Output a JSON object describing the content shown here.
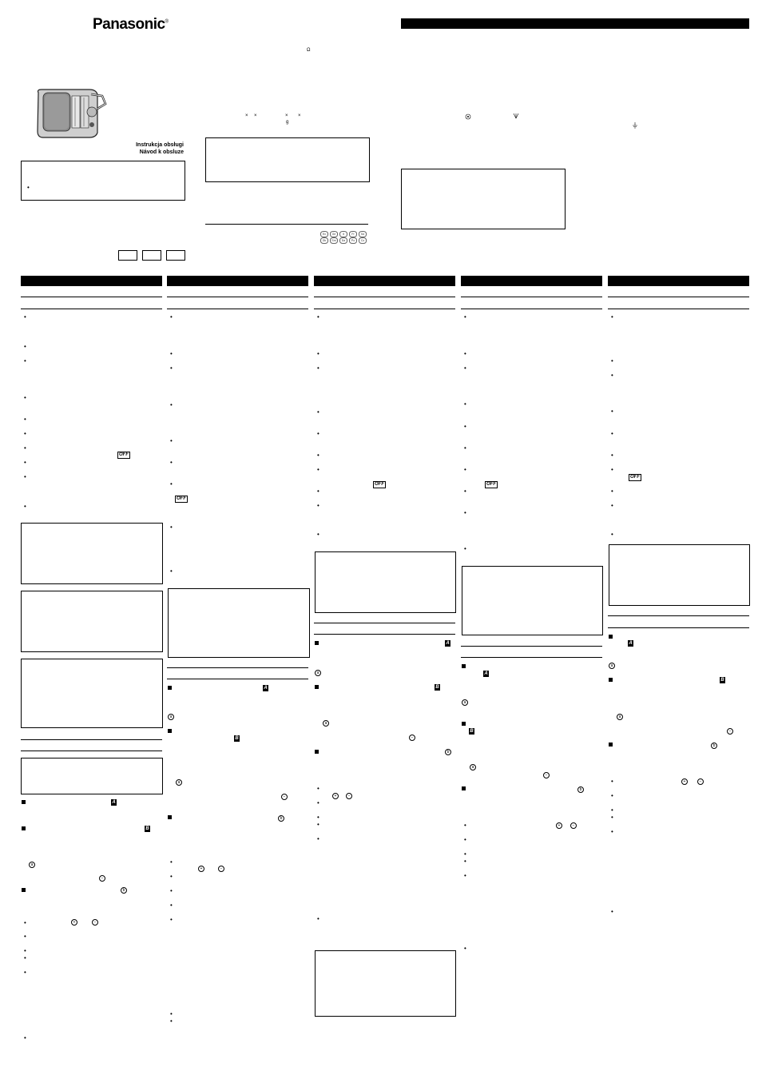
{
  "brand": "Panasonic",
  "brand_mark": "®",
  "titles": [
    "Instrukcja obsługi",
    "Návod k obsluze"
  ],
  "symbols": {
    "omega": "Ω",
    "times": "×",
    "g": "g",
    "bullet": "•",
    "off": "OFF",
    "a": "A",
    "b": "B",
    "circ_a": "a",
    "circ_b": "b",
    "plus": "+",
    "minus": "−"
  },
  "language_codes": [
    "Ex",
    "Ge",
    "It",
    "Fr",
    "Sd",
    "Dk",
    "Sm",
    "Da",
    "Po",
    "Cz"
  ],
  "icons": [
    "radio-illustration-icon",
    "antenna-symbol-icon",
    "earth-ground-icon"
  ]
}
